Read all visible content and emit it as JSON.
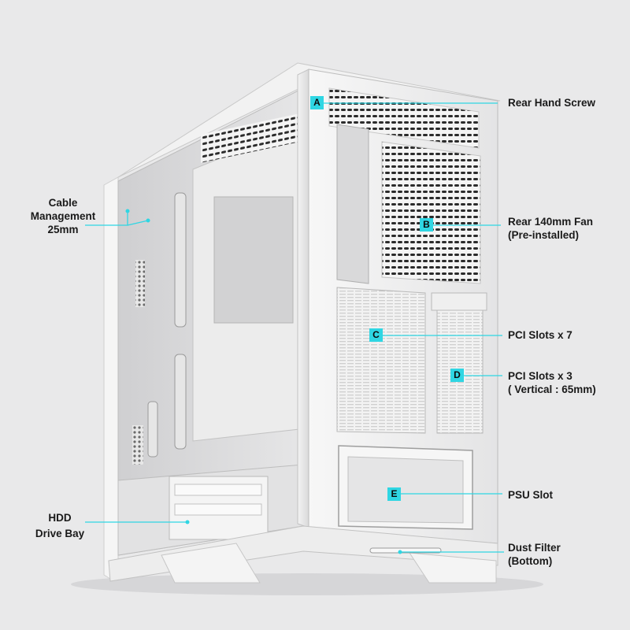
{
  "accent_color": "#2fd6e3",
  "product": "white mid-tower PC case, rear/side view",
  "callouts": {
    "rear_hand_screw": {
      "letter": "A",
      "text": "Rear Hand Screw"
    },
    "rear_fan": {
      "letter": "B",
      "line1": "Rear 140mm Fan",
      "line2": "(Pre-installed)"
    },
    "pci_slots": {
      "letter": "C",
      "text": "PCI Slots x 7"
    },
    "pci_vertical": {
      "letter": "D",
      "line1": "PCI Slots x 3",
      "line2": "( Vertical : 65mm)"
    },
    "psu_slot": {
      "letter": "E",
      "text": "PSU Slot"
    },
    "dust_filter": {
      "line1": "Dust Filter",
      "line2": "(Bottom)"
    },
    "cable_management": {
      "line1": "Cable",
      "line2": "Management",
      "line3": "25mm"
    },
    "hdd_bay": {
      "line1": "HDD",
      "line2": "Drive Bay"
    }
  }
}
